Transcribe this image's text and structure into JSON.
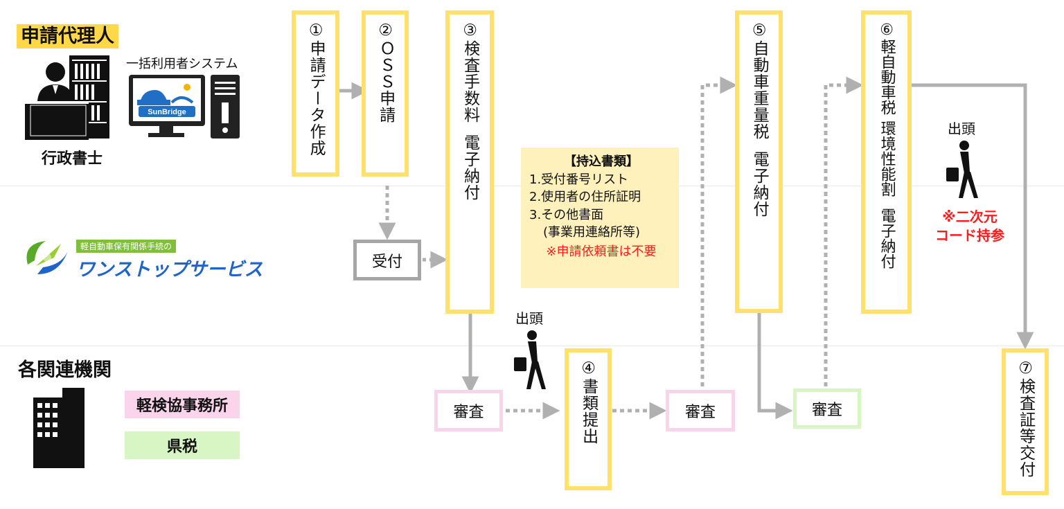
{
  "lanes": {
    "applicant": "申請代理人",
    "agencies": "各関連機関"
  },
  "applicant": {
    "system_label": "一括利用者システム",
    "system_brand": "SunBridge",
    "person_label": "行政書士"
  },
  "oss_logo": {
    "small": "軽自動車保有関係手続の",
    "big": "ワンストップサービス"
  },
  "steps": {
    "s1": "①申請データ作成",
    "s2": "②ＯＳＳ申請",
    "s3a": "③検査手数料",
    "s3b": "電子納付",
    "s4": "④書類提出",
    "s5a": "⑤自動車重量税",
    "s5b": "電子納付",
    "s6a": "⑥軽自動車税",
    "s6b": "環境性能割",
    "s6c": "電子納付",
    "s7": "⑦検査証等交付"
  },
  "reception": "受付",
  "reviews": {
    "r1": "審査",
    "r2": "審査",
    "r3": "審査"
  },
  "documents": {
    "title": "【持込書類】",
    "item1": "1.受付番号リスト",
    "item2": "2.使用者の住所証明",
    "item3": "3.その他書面",
    "item3_note": "(事業用連絡所等)",
    "warning": "※申請依頼書は不要"
  },
  "appear": {
    "label1": "出頭",
    "label2": "出頭",
    "note_line1": "※二次元",
    "note_line2": "コード持参"
  },
  "legend": {
    "kenkyo": "軽検協事務所",
    "kenzei": "県税"
  },
  "colors": {
    "step_border": "#ffe16b",
    "highlight": "#ffd84a",
    "pink": "#fad4ea",
    "green": "#d8f5c4",
    "gray": "#a6a6a6",
    "warning": "#ff1b1b"
  }
}
